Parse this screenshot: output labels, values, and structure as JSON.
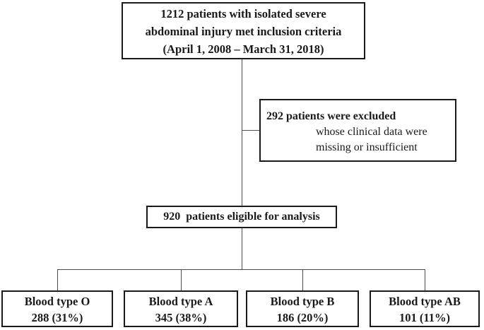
{
  "diagram": {
    "title": "patient-flow-diagram",
    "inclusion_box": {
      "line1": "1212 patients with isolated severe",
      "line2": "abdominal injury met inclusion criteria",
      "line3": "(April 1, 2008 – March 31, 2018)"
    },
    "exclusion_box": {
      "title": "292 patients were excluded",
      "detail1": "whose clinical data were",
      "detail2": "missing or insufficient"
    },
    "eligible_box": {
      "label": "920  patients eligible for analysis"
    },
    "outcome_boxes": [
      {
        "label": "Blood type O",
        "value": "288 (31%)"
      },
      {
        "label": "Blood type A",
        "value": "345 (38%)"
      },
      {
        "label": "Blood type B",
        "value": "186 (20%)"
      },
      {
        "label": "Blood type AB",
        "value": "101 (11%)"
      }
    ],
    "colors": {
      "background": "#ffffff",
      "box_border": "#1a1a1a",
      "text": "#1a1a1a",
      "connector": "#4d4d4d"
    }
  }
}
